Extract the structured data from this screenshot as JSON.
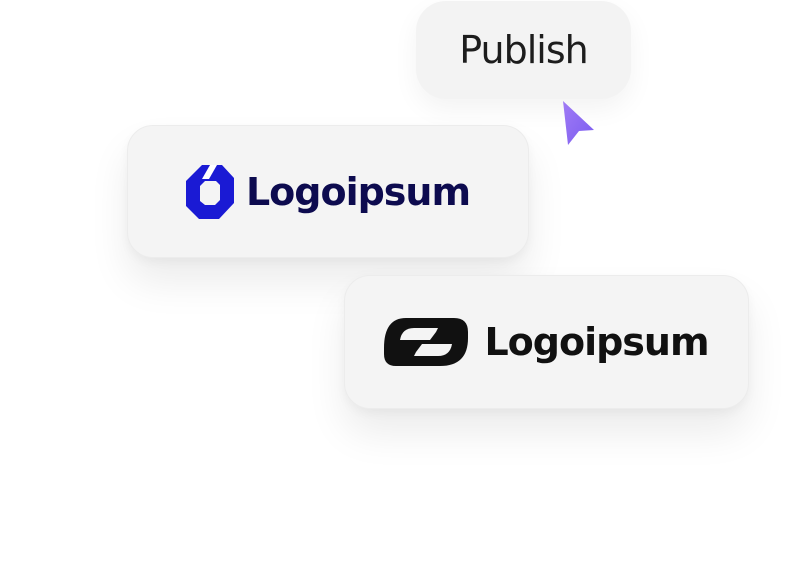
{
  "publish": {
    "label": "Publish"
  },
  "cards": [
    {
      "logo_text": "Logoipsum",
      "icon": "blue-octagon-logo-icon",
      "icon_color": "#1a1ad4",
      "text_color": "#0d0b4f"
    },
    {
      "logo_text": "Logoipsum",
      "icon": "black-s-shape-logo-icon",
      "icon_color": "#111111",
      "text_color": "#111111"
    }
  ],
  "cursor": {
    "icon": "pointer-cursor-icon",
    "color": "#8b6cf2"
  }
}
